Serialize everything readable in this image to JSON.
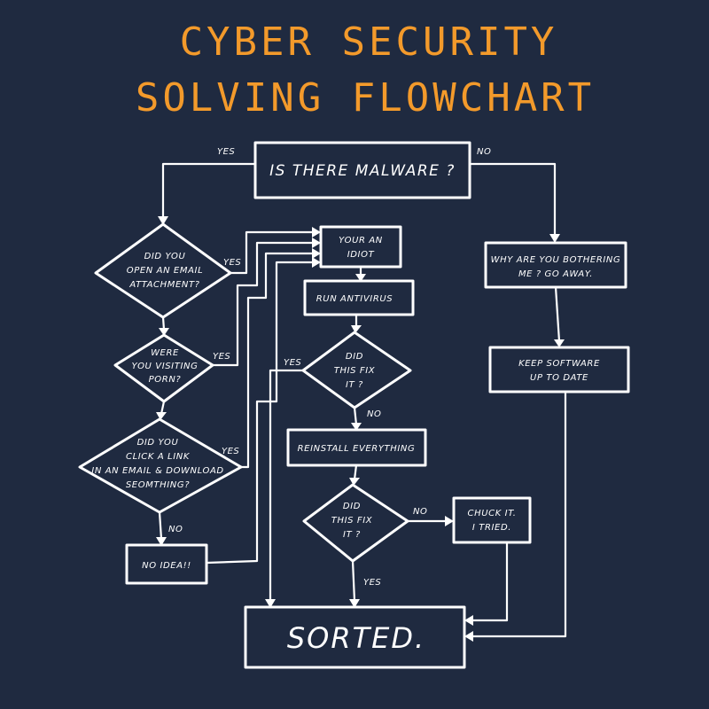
{
  "title": {
    "line1": "CYBER SECURITY",
    "line2": "SOLVING FLOWCHART"
  },
  "colors": {
    "background": "#1f2a40",
    "title": "#f39a2b",
    "lines": "#ffffff"
  },
  "nodes": {
    "malware": "IS THERE MALWARE ?",
    "email_attachment": [
      "DID YOU",
      "OPEN AN EMAIL",
      "ATTACHMENT?"
    ],
    "porn": [
      "WERE",
      "YOU VISITING",
      "PORN?"
    ],
    "click_link": [
      "DID YOU",
      "CLICK A LINK",
      "IN AN EMAIL & DOWNLOAD",
      "SEOMTHING?"
    ],
    "no_idea": "NO IDEA!!",
    "idiot": [
      "YOUR AN",
      "IDIOT"
    ],
    "antivirus": "RUN ANTIVIRUS",
    "fix1": [
      "DID",
      "THIS FIX",
      "IT ?"
    ],
    "reinstall": "REINSTALL EVERYTHING",
    "fix2": [
      "DID",
      "THIS FIX",
      "IT ?"
    ],
    "chuck": [
      "CHUCK IT.",
      "I TRIED."
    ],
    "bothering": [
      "WHY ARE YOU BOTHERING",
      "ME ? GO AWAY."
    ],
    "keep_updated": [
      "KEEP SOFTWARE",
      "UP TO DATE"
    ],
    "sorted": "SORTED."
  },
  "edges": {
    "malware_yes": "YES",
    "malware_no": "NO",
    "email_yes": "YES",
    "porn_yes": "YES",
    "link_yes": "YES",
    "link_no": "NO",
    "fix1_yes": "YES",
    "fix1_no": "NO",
    "fix2_no": "NO",
    "fix2_yes": "YES"
  }
}
